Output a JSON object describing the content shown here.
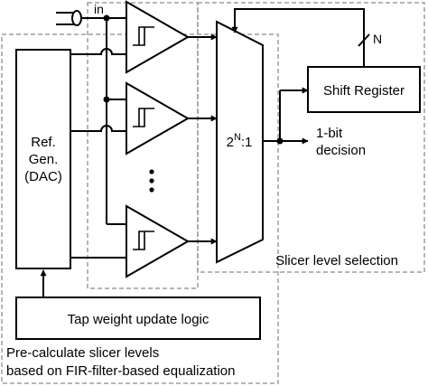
{
  "labels": {
    "in": "in",
    "ref_gen_line1": "Ref.",
    "ref_gen_line2": "Gen.",
    "ref_gen_line3": "(DAC)",
    "mux_base": "2",
    "mux_exp": "N",
    "mux_tail": ":1",
    "bus_width": "N",
    "shift_register": "Shift Register",
    "decision_line1": "1-bit",
    "decision_line2": "decision",
    "slicer_section": "Slicer level selection",
    "tap_weight": "Tap weight update logic",
    "precalc_line1": "Pre-calculate slicer levels",
    "precalc_line2": "based on FIR-filter-based equalization"
  },
  "colors": {
    "stroke": "#000000",
    "dashed_border": "#9e9e9e",
    "background": "#ffffff"
  },
  "icons": [
    "coaxial-input-icon",
    "hysteresis-symbol-icon",
    "vertical-ellipsis-icon"
  ]
}
